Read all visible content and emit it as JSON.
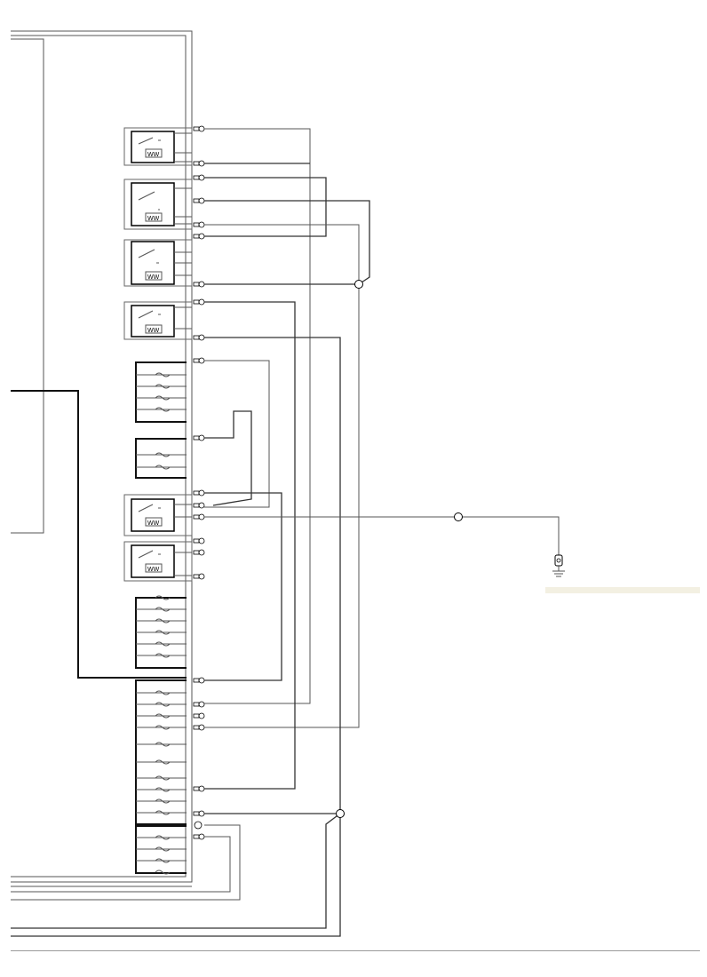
{
  "diagram": {
    "type": "wiring-diagram",
    "text_labels": [],
    "colors": {
      "wire": "#333333",
      "wire_light": "#777777",
      "caption_band": "#f3f0e2",
      "rule": "#9a9a9a"
    },
    "components": {
      "relays": [
        "relay-1",
        "relay-2",
        "relay-3",
        "relay-4",
        "relay-5",
        "relay-6"
      ],
      "fuse_blocks": [
        "fuse-block-1",
        "fuse-block-2",
        "fuse-block-3",
        "fuse-block-4",
        "fuse-block-5"
      ],
      "ground": "ground-icon",
      "splice_nodes": 3
    }
  }
}
